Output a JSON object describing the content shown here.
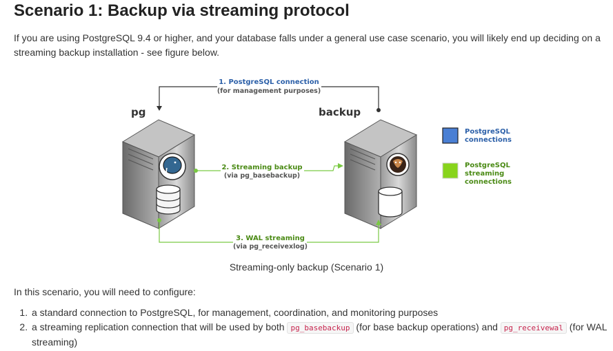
{
  "heading": "Scenario 1: Backup via streaming protocol",
  "intro": "If you are using PostgreSQL 9.4 or higher, and your database falls under a general use case scenario, you will likely end up deciding on a streaming backup installation - see figure below.",
  "figure": {
    "server_pg_label": "pg",
    "server_backup_label": "backup",
    "conn1_title": "1. PostgreSQL connection",
    "conn1_sub": "(for management purposes)",
    "conn2_title": "2. Streaming backup",
    "conn2_sub": "(via pg_basebackup)",
    "conn3_title": "3. WAL streaming",
    "conn3_sub": "(via pg_receivexlog)",
    "legend": [
      {
        "line1": "PostgreSQL",
        "line2": "connections",
        "line3": "",
        "color": "#4a7fd4"
      },
      {
        "line1": "PostgreSQL",
        "line2": "streaming",
        "line3": "connections",
        "color": "#88d41c"
      }
    ],
    "colors": {
      "postgres_blue": "#2b5fa8",
      "stream_green": "#4a8a14",
      "green_line": "#7ac943",
      "dark_line": "#333333"
    },
    "caption": "Streaming-only backup (Scenario 1)"
  },
  "configure_lead": "In this scenario, you will need to configure:",
  "items": [
    {
      "text": "a standard connection to PostgreSQL, for management, coordination, and monitoring purposes"
    },
    {
      "before": "a streaming replication connection that will be used by both ",
      "code1": "pg_basebackup",
      "middle": " (for base backup operations) and ",
      "code2": "pg_receivewal",
      "after": " (for WAL streaming)"
    }
  ]
}
